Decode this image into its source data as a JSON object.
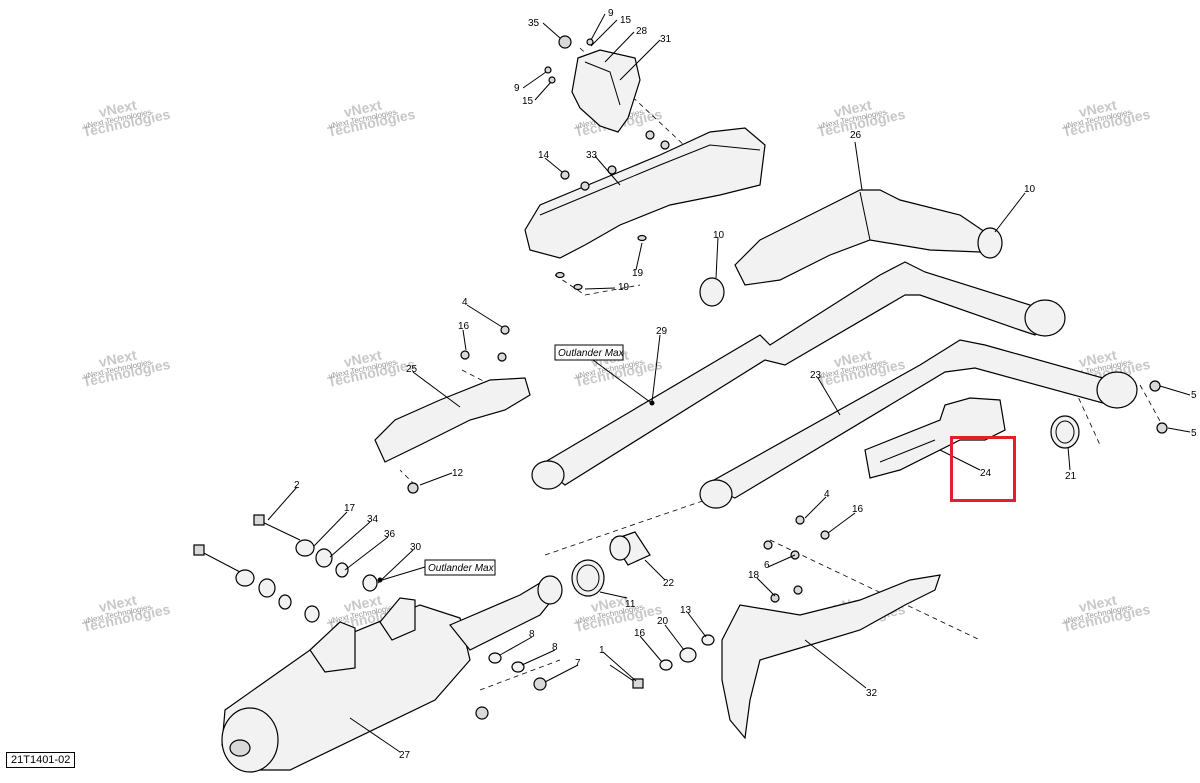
{
  "diagram": {
    "reference_code": "21T1401-02",
    "watermark": {
      "line1": "vNext",
      "line2": "Technologies",
      "small": "vNext Technologies"
    },
    "model_labels": [
      "Outlander Max",
      "Outlander Max"
    ],
    "callouts": [
      "35",
      "9",
      "15",
      "28",
      "31",
      "9",
      "15",
      "33",
      "14",
      "19",
      "19",
      "26",
      "10",
      "10",
      "4",
      "16",
      "25",
      "29",
      "23",
      "12",
      "24",
      "21",
      "5",
      "5",
      "2",
      "17",
      "34",
      "36",
      "30",
      "4",
      "16",
      "6",
      "18",
      "22",
      "11",
      "13",
      "16",
      "20",
      "8",
      "8",
      "7",
      "1",
      "32",
      "27"
    ],
    "highlighted_callout": "24",
    "highlight_color": "#e0202a"
  }
}
